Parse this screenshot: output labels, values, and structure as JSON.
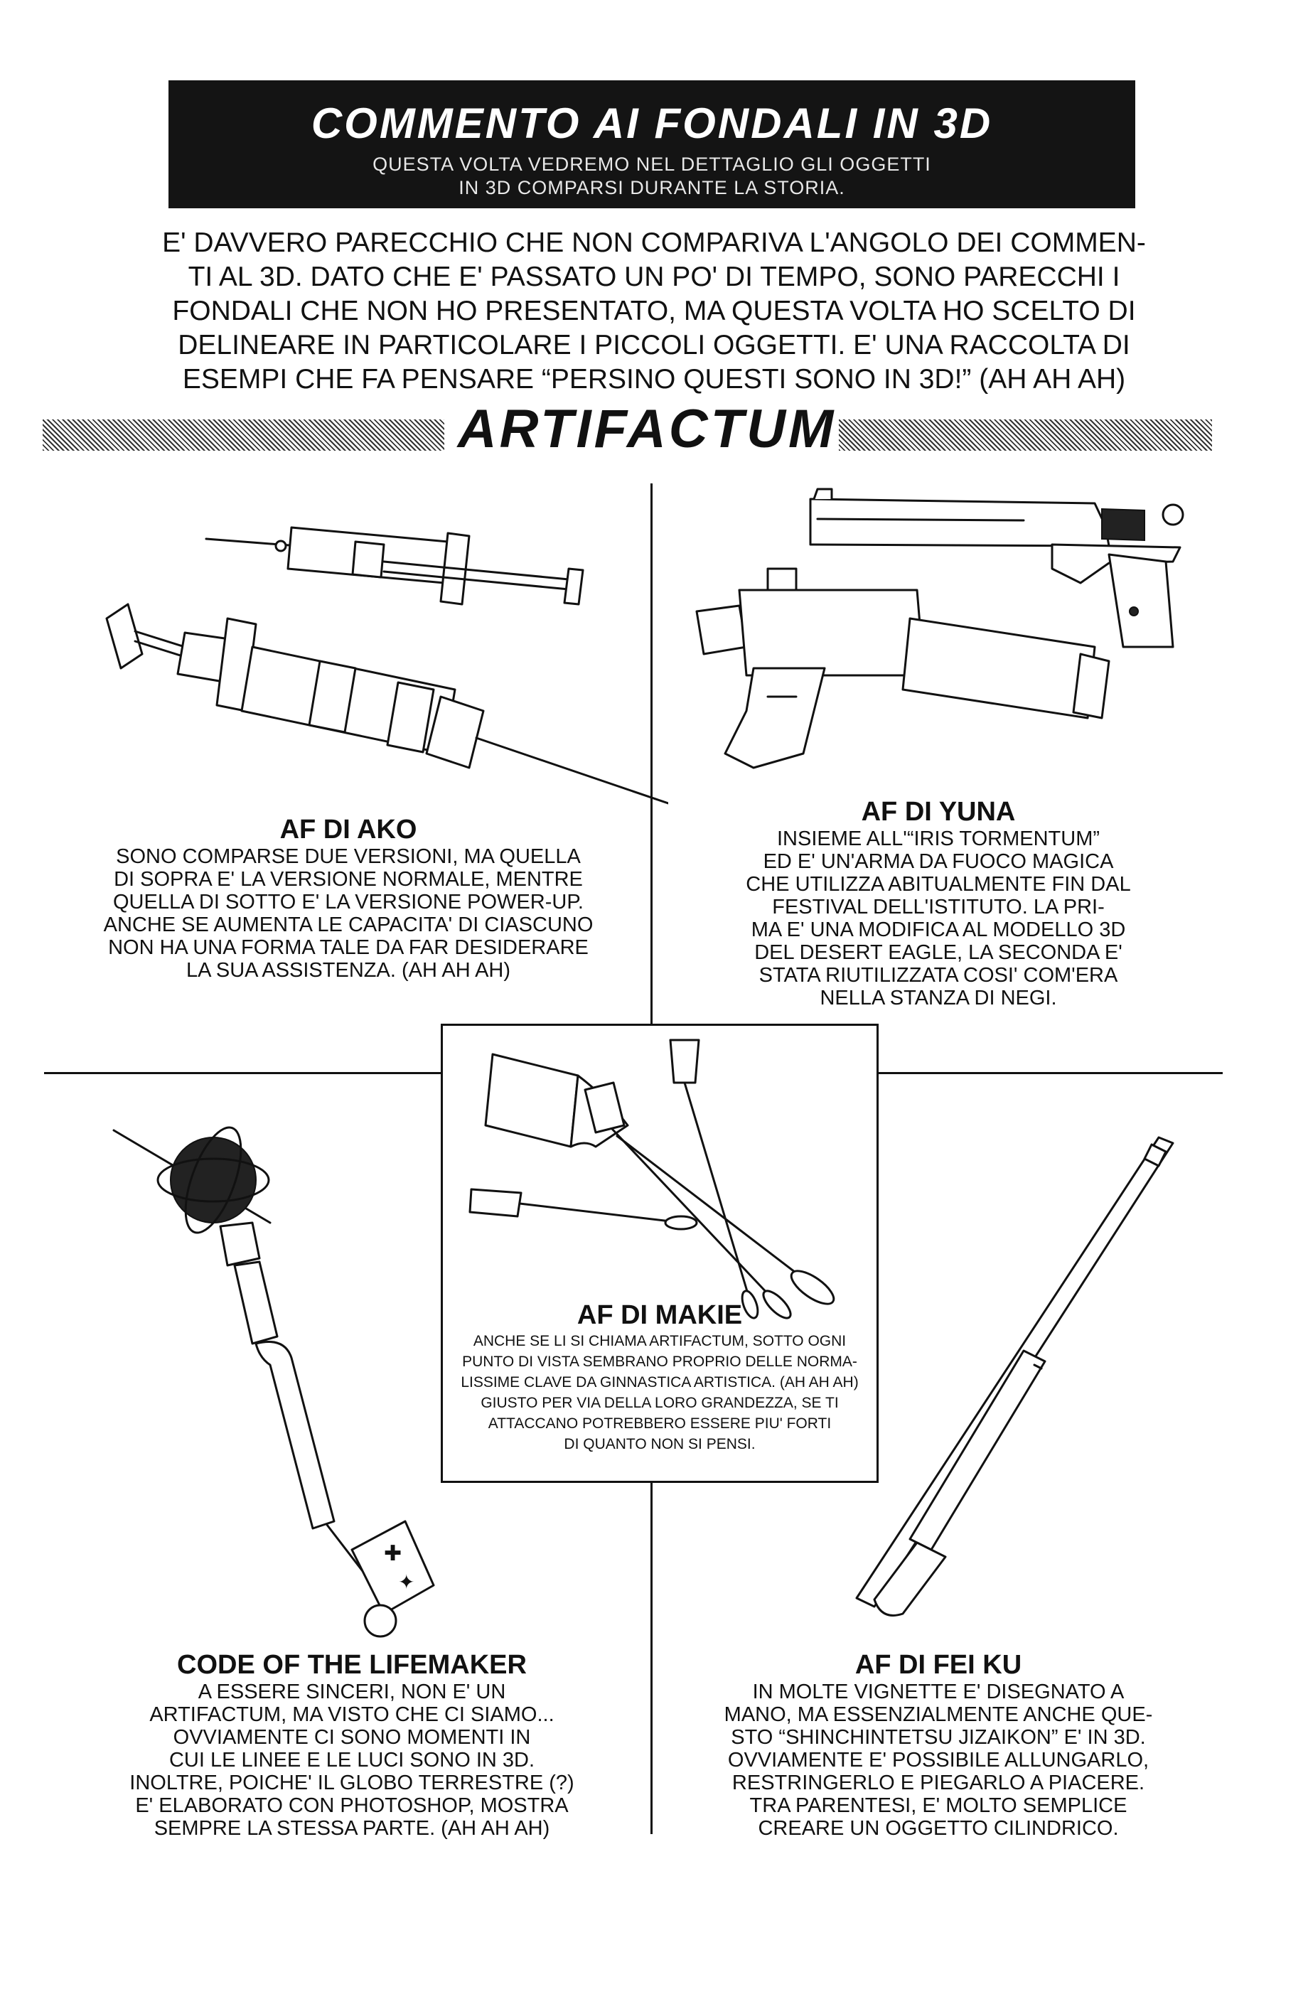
{
  "header": {
    "title": "COMMENTO AI FONDALI IN 3D",
    "subtitle_line1": "QUESTA VOLTA VEDREMO NEL DETTAGLIO GLI OGGETTI",
    "subtitle_line2": "IN 3D COMPARSI DURANTE LA STORIA."
  },
  "intro": {
    "lines": [
      "E' DAVVERO PARECCHIO CHE NON COMPARIVA L'ANGOLO DEI COMMEN-",
      "TI AL 3D. DATO CHE E' PASSATO UN PO' DI TEMPO, SONO PARECCHI I",
      "FONDALI CHE NON HO PRESENTATO, MA QUESTA VOLTA HO SCELTO DI",
      "DELINEARE IN PARTICOLARE I PICCOLI OGGETTI. E' UNA RACCOLTA DI",
      "ESEMPI CHE FA PENSARE “PERSINO QUESTI SONO IN 3D!” (AH AH AH)"
    ]
  },
  "section": {
    "title": "ARTIFACTUM"
  },
  "items": {
    "ako": {
      "title": "AF DI AKO",
      "lines": [
        "SONO COMPARSE DUE VERSIONI, MA QUELLA",
        "DI SOPRA E' LA VERSIONE NORMALE, MENTRE",
        "QUELLA DI SOTTO E' LA VERSIONE POWER-UP.",
        "ANCHE SE AUMENTA LE CAPACITA' DI CIASCUNO",
        "NON HA UNA FORMA TALE DA FAR DESIDERARE",
        "LA SUA ASSISTENZA. (AH AH AH)"
      ]
    },
    "yuna": {
      "title": "AF DI YUNA",
      "lines": [
        "INSIEME ALL'“IRIS TORMENTUM”",
        "ED E' UN'ARMA DA FUOCO MAGICA",
        "CHE UTILIZZA ABITUALMENTE FIN DAL",
        "FESTIVAL DELL'ISTITUTO. LA PRI-",
        "MA E' UNA MODIFICA AL MODELLO 3D",
        "DEL DESERT EAGLE, LA SECONDA E'",
        "STATA RIUTILIZZATA COSI' COM'ERA",
        "NELLA STANZA DI NEGI."
      ]
    },
    "makie": {
      "title": "AF DI MAKIE",
      "lines": [
        "ANCHE SE LI SI CHIAMA ARTIFACTUM, SOTTO OGNI",
        "PUNTO DI VISTA SEMBRANO PROPRIO DELLE NORMA-",
        "LISSIME CLAVE DA GINNASTICA ARTISTICA. (AH AH AH)",
        "GIUSTO PER VIA DELLA LORO GRANDEZZA, SE TI",
        "ATTACCANO POTREBBERO ESSERE PIU' FORTI",
        "DI QUANTO NON SI PENSI."
      ]
    },
    "lifemaker": {
      "title": "CODE OF THE LIFEMAKER",
      "lines": [
        "A ESSERE SINCERI, NON E' UN",
        "ARTIFACTUM, MA VISTO CHE CI SIAMO...",
        "OVVIAMENTE CI SONO MOMENTI IN",
        "CUI LE LINEE E LE LUCI SONO IN 3D.",
        "INOLTRE, POICHE' IL GLOBO TERRESTRE (?)",
        "E' ELABORATO CON PHOTOSHOP, MOSTRA",
        "SEMPRE LA STESSA PARTE. (AH AH AH)"
      ]
    },
    "feiku": {
      "title": "AF DI FEI KU",
      "lines": [
        "IN MOLTE VIGNETTE E' DISEGNATO A",
        "MANO, MA ESSENZIALMENTE ANCHE QUE-",
        "STO “SHINCHINTETSU JIZAIKON” E' IN 3D.",
        "OVVIAMENTE E' POSSIBILE ALLUNGARLO,",
        "RESTRINGERLO E PIEGARLO A PIACERE.",
        "TRA PARENTESI, E' MOLTO SEMPLICE",
        "CREARE UN OGGETTO CILINDRICO."
      ]
    }
  }
}
